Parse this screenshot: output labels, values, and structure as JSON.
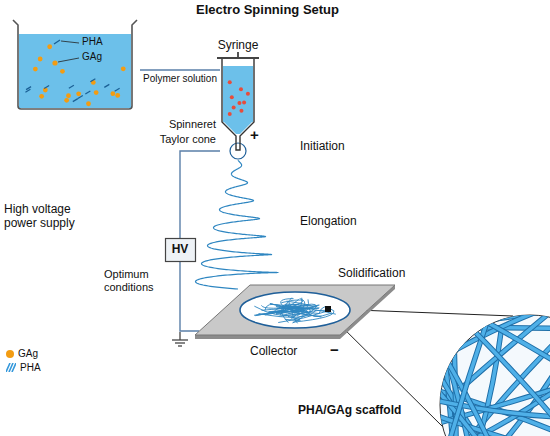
{
  "diagram": {
    "title": "Electro Spinning Setup",
    "nodes": [
      {
        "text": [
          "PHA",
          "GAg"
        ]
      },
      {
        "text": [
          "Syringe"
        ]
      },
      {
        "text": [
          "HV"
        ]
      },
      {
        "text": [
          "Collector"
        ]
      }
    ],
    "edges": [
      {
        "from": 0,
        "to": 1,
        "arrow": "none",
        "label": "Polymer solution"
      },
      {
        "from": 2,
        "to": 1,
        "arrow": "none"
      },
      {
        "from": 2,
        "to": 3,
        "arrow": "none"
      }
    ],
    "labels": [
      "Spinneret",
      "Taylor cone",
      "+",
      "Initiation",
      "High voltage power supply",
      "Optimum conditions",
      "Elongation",
      "Solidification",
      "−",
      "PHA/GAg scaffold"
    ],
    "legend": [
      {
        "text": "GAg",
        "color": "#f39c12"
      },
      {
        "text": "PHA"
      }
    ]
  }
}
